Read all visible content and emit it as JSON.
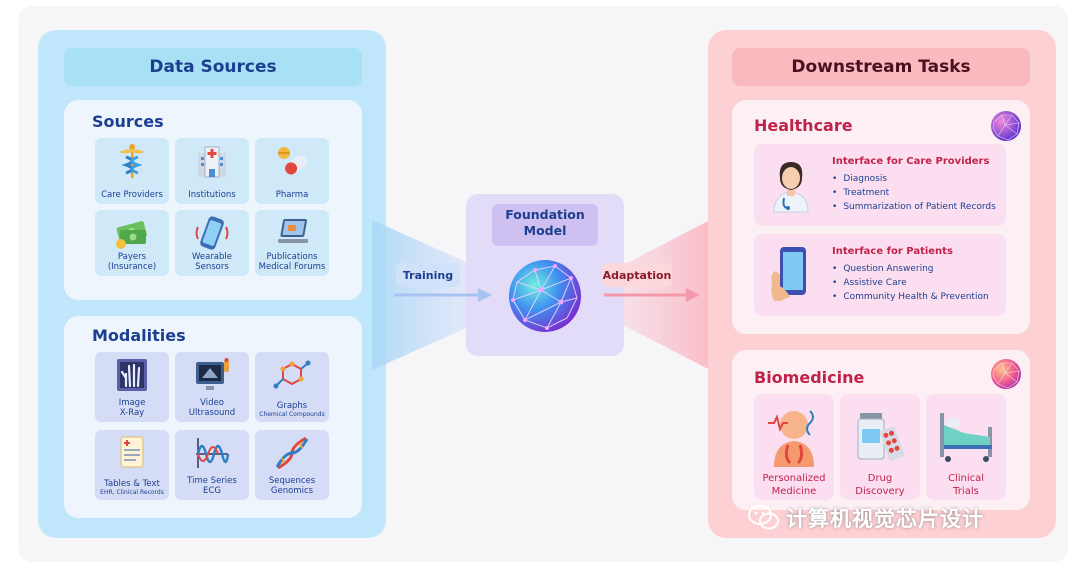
{
  "data_sources": {
    "title": "Data Sources",
    "sources": {
      "title": "Sources",
      "items": [
        {
          "label": "Care Providers",
          "icon": "caduceus-icon"
        },
        {
          "label": "Institutions",
          "icon": "hospital-icon"
        },
        {
          "label": "Pharma",
          "icon": "pills-icon"
        },
        {
          "label": "Payers",
          "label2": "(Insurance)",
          "icon": "money-icon"
        },
        {
          "label": "Wearable",
          "label2": "Sensors",
          "icon": "smartwatch-icon"
        },
        {
          "label": "Publications",
          "label2": "Medical Forums",
          "icon": "laptop-icon"
        }
      ]
    },
    "modalities": {
      "title": "Modalities",
      "items": [
        {
          "label": "Image",
          "label2": "X-Ray",
          "icon": "xray-hand-icon"
        },
        {
          "label": "Video",
          "label2": "Ultrasound",
          "icon": "ultrasound-monitor-icon"
        },
        {
          "label": "Graphs",
          "label2": "Chemical Compounds",
          "icon": "molecule-icon"
        },
        {
          "label": "Tables & Text",
          "label2": "EHR, Clinical Records",
          "icon": "document-icon"
        },
        {
          "label": "Time Series",
          "label2": "ECG",
          "icon": "waveform-icon"
        },
        {
          "label": "Sequences",
          "label2": "Genomics",
          "icon": "dna-icon"
        }
      ]
    }
  },
  "middle": {
    "foundation_line1": "Foundation",
    "foundation_line2": "Model",
    "training": "Training",
    "adaptation": "Adaptation"
  },
  "downstream": {
    "title": "Downstream Tasks",
    "healthcare": {
      "title": "Healthcare",
      "care_providers": {
        "title": "Interface for Care Providers",
        "items": [
          "Diagnosis",
          "Treatment",
          "Summarization of Patient Records"
        ]
      },
      "patients": {
        "title": "Interface for Patients",
        "items": [
          "Question Answering",
          "Assistive Care",
          "Community Health & Prevention"
        ]
      }
    },
    "biomedicine": {
      "title": "Biomedicine",
      "items": [
        {
          "line1": "Personalized",
          "line2": "Medicine"
        },
        {
          "line1": "Drug",
          "line2": "Discovery"
        },
        {
          "line1": "Clinical",
          "line2": "Trials"
        }
      ]
    }
  },
  "watermark": "计算机视觉芯片设计",
  "colors": {
    "navy": "#1d3f8f",
    "crimson": "#c0234a",
    "left_bg": "#bfe6fb",
    "right_bg": "#fdd0d3",
    "model_bg": "#e2dcf8"
  }
}
